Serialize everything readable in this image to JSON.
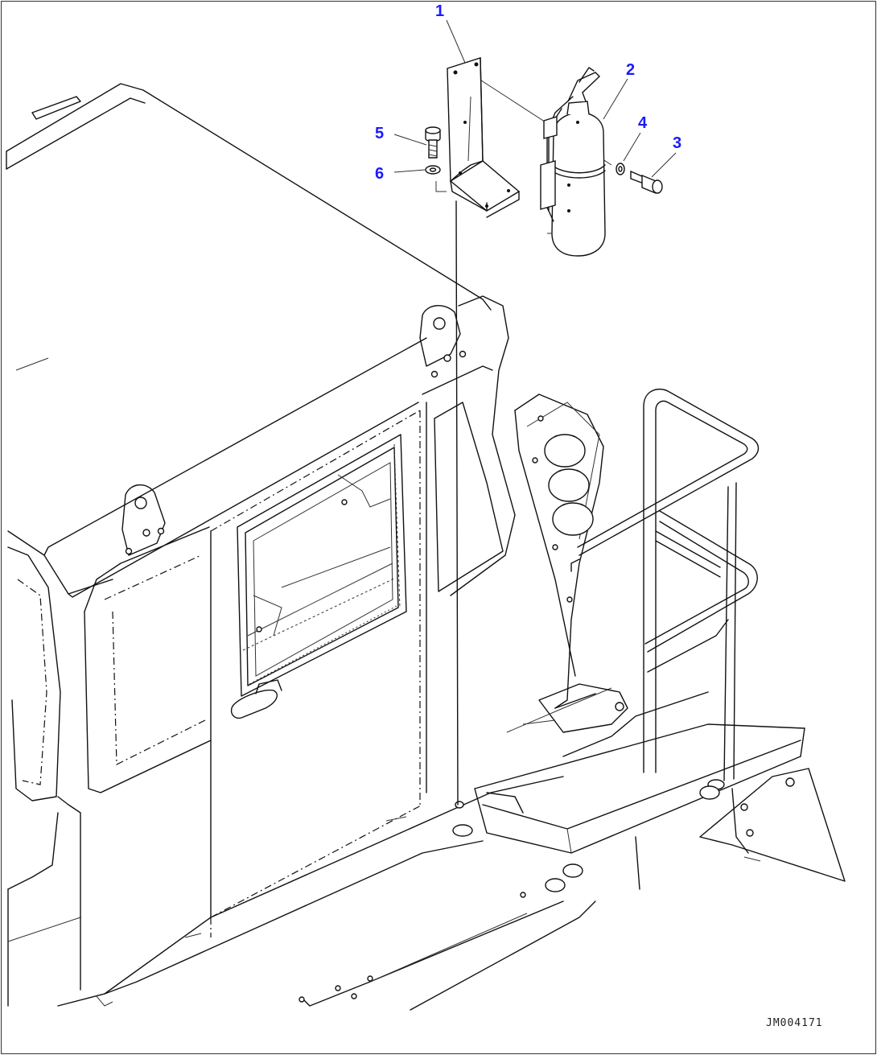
{
  "callouts": [
    {
      "id": "1",
      "part": "bracket"
    },
    {
      "id": "2",
      "part": "fire-extinguisher"
    },
    {
      "id": "3",
      "part": "bolt"
    },
    {
      "id": "4",
      "part": "washer"
    },
    {
      "id": "5",
      "part": "bolt"
    },
    {
      "id": "6",
      "part": "washer"
    }
  ],
  "drawing_id": "JM004171",
  "colors": {
    "callout": "#1a1aff",
    "line": "#111111",
    "background": "#ffffff"
  }
}
